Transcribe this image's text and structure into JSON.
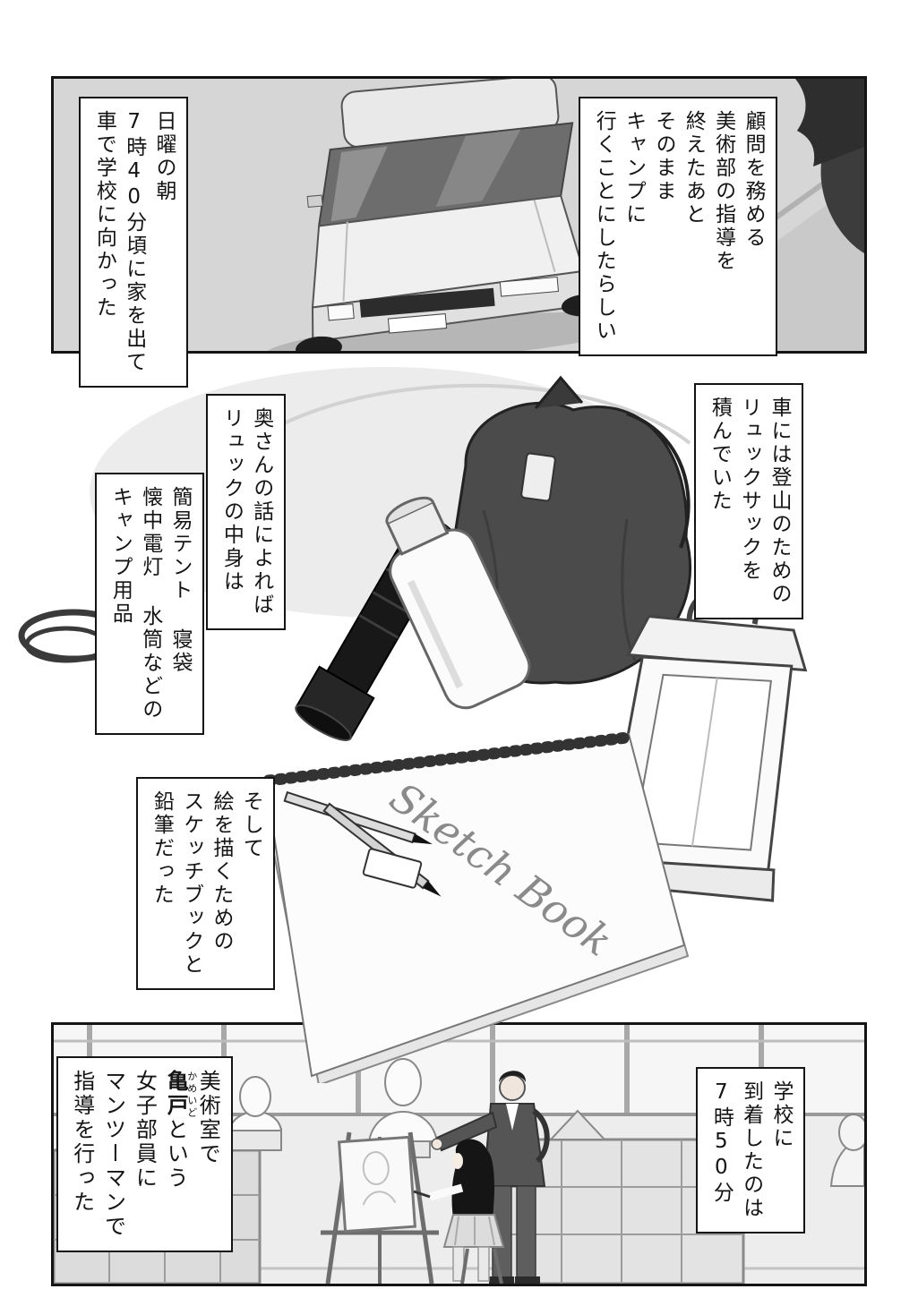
{
  "colors": {
    "ink": "#141414",
    "paper": "#ffffff",
    "panel_gray": "#d6d6d6",
    "gear_dark": "#4b4b4b"
  },
  "panel_top": {
    "caption_right": "顧問を務める\n美術部の指導を\n終えたあと\nそのまま\nキャンプに\n行くことにしたらしい",
    "caption_left": "日曜の朝\n7時40分頃に家を出て\n車で学校に向かった"
  },
  "panel_middle": {
    "caption_rucksack": "車には登山のための\nリュックサックを\n積んでいた",
    "caption_wife": "奥さんの話によれば\nリュックの中身は",
    "caption_contents": "簡易テント 寝袋\n懐中電灯 水筒などの\nキャンプ用品",
    "caption_sketchbook": "そして\n絵を描くための\nスケッチブックと\n鉛筆だった",
    "sketchbook_label": "Sketch Book"
  },
  "panel_bottom": {
    "caption_left": {
      "line1": "美術室で",
      "student_name": "亀戸",
      "furigana": "かめいど",
      "line2_suffix": "という",
      "line3": "女子部員に",
      "line4": "マンツーマンで",
      "line5": "指導を行った"
    },
    "caption_right": "学校に\n到着したのは\n7時50分"
  }
}
